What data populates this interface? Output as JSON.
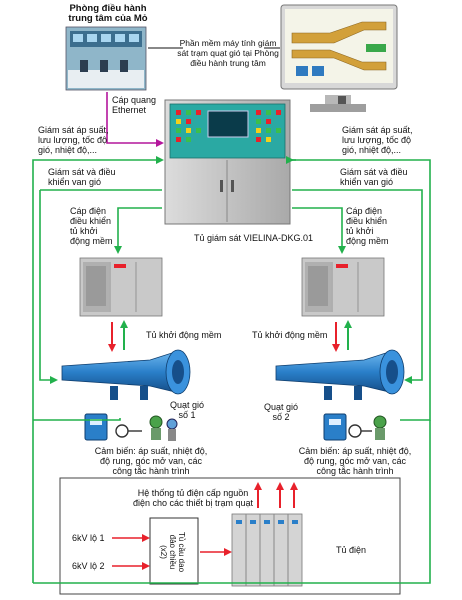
{
  "control_room": {
    "line1": "Phòng điều hành",
    "line2": "trung tâm của Mỏ"
  },
  "software": {
    "line1": "Phần mềm máy tính giám",
    "line2": "sát trạm quạt gió tại Phòng",
    "line3": "điều hành trung tâm"
  },
  "fiber": {
    "line1": "Cáp quang",
    "line2": "Ethernet"
  },
  "monitor_left": {
    "line1": "Giám sát áp suất,",
    "line2": "lưu lượng, tốc độ",
    "line3": "gió, nhiệt độ,..."
  },
  "monitor_right": {
    "line1": "Giám sát áp suất,",
    "line2": "lưu lượng, tốc độ",
    "line3": "gió, nhiệt độ,..."
  },
  "valve_left": {
    "line1": "Giám sát và điều",
    "line2": "khiển van gió"
  },
  "valve_right": {
    "line1": "Giám sát và điều",
    "line2": "khiển van gió"
  },
  "cable_left": {
    "line1": "Cáp điện",
    "line2": "điều khiển",
    "line3": "tủ khởi",
    "line4": "động mềm"
  },
  "cable_right": {
    "line1": "Cáp điện",
    "line2": "điều khiển",
    "line3": "tủ khởi",
    "line4": "động mềm"
  },
  "cabinet_label": "Tủ giám sát  VIELINA-DKG.01",
  "softstart_left": "Tủ khởi động mềm",
  "softstart_right": "Tủ khởi động mềm",
  "fan1": {
    "line1": "Quạt gió",
    "line2": "số 1"
  },
  "fan2": {
    "line1": "Quạt gió",
    "line2": "số 2"
  },
  "sensors_left": {
    "line1": "Cảm biến: áp suất, nhiệt độ,",
    "line2": "độ rung, góc mở van, các",
    "line3": "công tắc hành trình"
  },
  "sensors_right": {
    "line1": "Cảm biến: áp suất, nhiệt độ,",
    "line2": "độ rung, góc mở van, các",
    "line3": "công tắc hành trình"
  },
  "power_system": {
    "line1": "Hệ thống tủ điện cấp nguồn",
    "line2": "điện cho các thiết bị trạm quạt"
  },
  "feeder1": "6kV lộ 1",
  "feeder2": "6kV lộ 2",
  "transfer_switch": {
    "line1": "Tủ cầu dao",
    "line2": "đảo chiều",
    "line3": "(x2)"
  },
  "panel_label": "Tủ điện",
  "colors": {
    "green": "#22b14c",
    "red": "#e8212b",
    "purple": "#b4169c",
    "fan_blue": "#2a7fc9"
  }
}
